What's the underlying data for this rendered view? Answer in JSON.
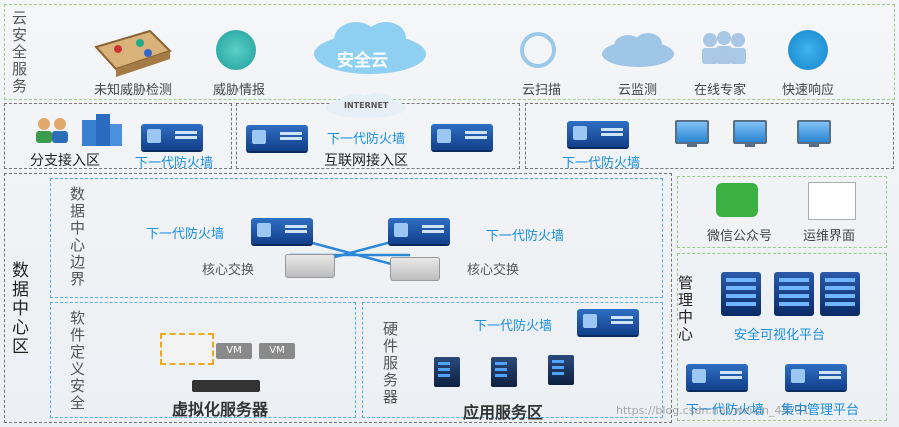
{
  "cloud_services": {
    "title": "云安全服务",
    "cloud_label": "安全云",
    "items": [
      {
        "label": "未知威胁检测",
        "icon": "sandbox-icon"
      },
      {
        "label": "威胁情报",
        "icon": "globe-icon"
      },
      {
        "label": "云扫描",
        "icon": "magnifier-icon"
      },
      {
        "label": "云监测",
        "icon": "gear-cloud-icon"
      },
      {
        "label": "在线专家",
        "icon": "experts-icon"
      },
      {
        "label": "快速响应",
        "icon": "tools-icon"
      }
    ]
  },
  "branch": {
    "title": "分支接入区",
    "firewall_label": "下一代防火墙"
  },
  "internet": {
    "title": "互联网接入区",
    "firewall_label": "下一代防火墙",
    "cloud_text": "INTERNET"
  },
  "remote": {
    "firewall_label": "下一代防火墙"
  },
  "datacenter": {
    "title": "数据中心区",
    "edge": {
      "title": "数据中心边界",
      "fw_left": "下一代防火墙",
      "fw_right": "下一代防火墙",
      "core_left": "核心交换",
      "core_right": "核心交换"
    },
    "sds": {
      "title": "软件定义安全",
      "caption": "虚拟化服务器",
      "vm_label": "VM"
    },
    "hw": {
      "title": "硬件服务器",
      "fw_label": "下一代防火墙",
      "caption": "应用服务区"
    }
  },
  "mgmt": {
    "wechat": "微信公众号",
    "ops": "运维界面",
    "title": "管理中心",
    "vis": "安全可视化平台",
    "fw_label": "下一代防火墙",
    "central": "集中管理平台"
  },
  "watermark": "https://blog.csdn.net/weixin_43731"
}
